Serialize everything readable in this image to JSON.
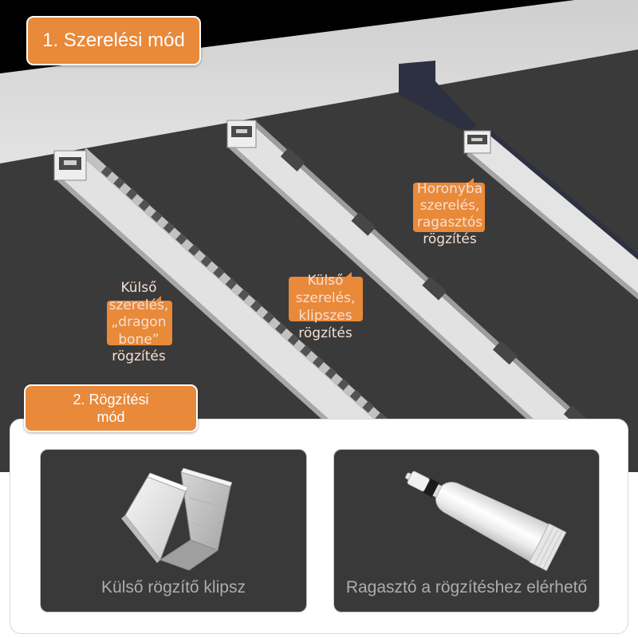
{
  "colors": {
    "accent_orange": "#e9893a",
    "ceiling": "#d9d9d9",
    "wall": "#3a3a3a",
    "card": "#393939",
    "caption": "#adadad",
    "label_text": "#f6e0d4"
  },
  "section1": {
    "title": "1. Szerelési mód"
  },
  "scene": {
    "labels": [
      {
        "lines": [
          "Horonyba",
          "szerelés,",
          "ragasztós",
          "rögzítés"
        ]
      },
      {
        "lines": [
          "Külső",
          "szerelés,",
          "klipszes",
          "rögzítés"
        ]
      },
      {
        "lines": [
          "Külső",
          "szerelés,",
          "„dragon",
          "bone”",
          "rögzítés"
        ]
      }
    ]
  },
  "section2": {
    "title_lines": [
      "2. Rögzítési",
      "mód"
    ]
  },
  "cards": [
    {
      "caption": "Külső rögzítő klipsz",
      "icon": "u-clip-icon"
    },
    {
      "caption": "Ragasztó a rögzítéshez elérhető",
      "icon": "glue-tube-icon"
    }
  ]
}
